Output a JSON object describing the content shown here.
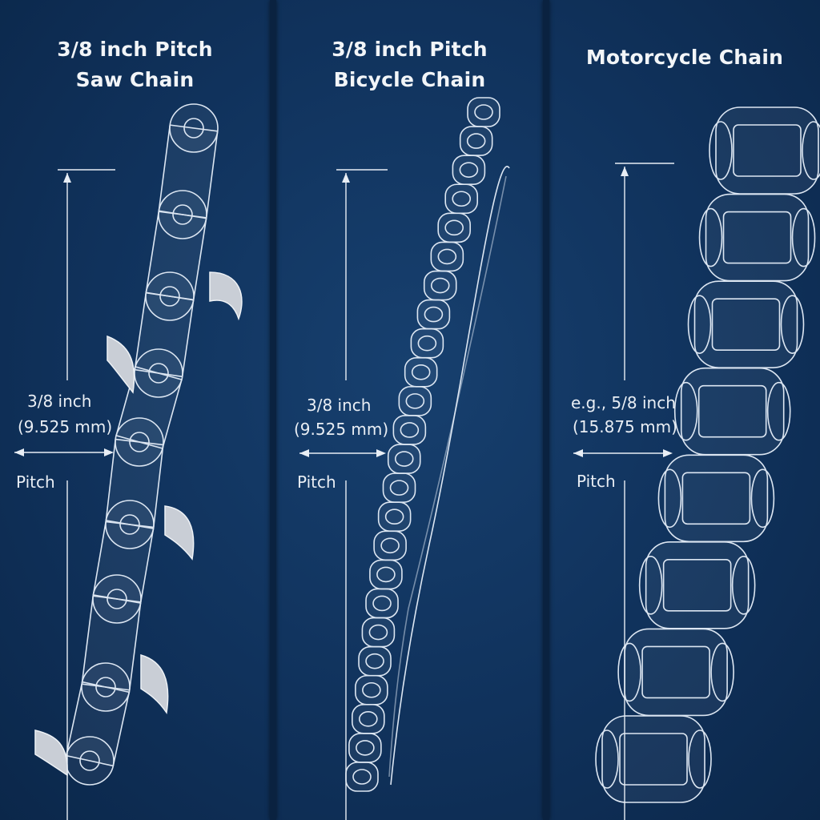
{
  "panels": [
    {
      "title_line1": "3/8 inch Pitch",
      "title_line2": "Saw Chain",
      "dimension_line1": "3/8 inch",
      "dimension_line2": "(9.525 mm)",
      "pitch_label": "Pitch"
    },
    {
      "title_line1": "3/8 inch Pitch",
      "title_line2": "Bicycle Chain",
      "dimension_line1": "3/8 inch",
      "dimension_line2": "(9.525 mm)",
      "pitch_label": "Pitch"
    },
    {
      "title_line1": "Motorcycle Chain",
      "title_line2": "",
      "dimension_line1": "e.g., 5/8 inch",
      "dimension_line2": "(15.875 mm)",
      "pitch_label": "Pitch"
    }
  ],
  "colors": {
    "background": "#10325c",
    "divider": "#0a2240",
    "linework": "#dce6f2",
    "text": "#f2f5f8"
  }
}
